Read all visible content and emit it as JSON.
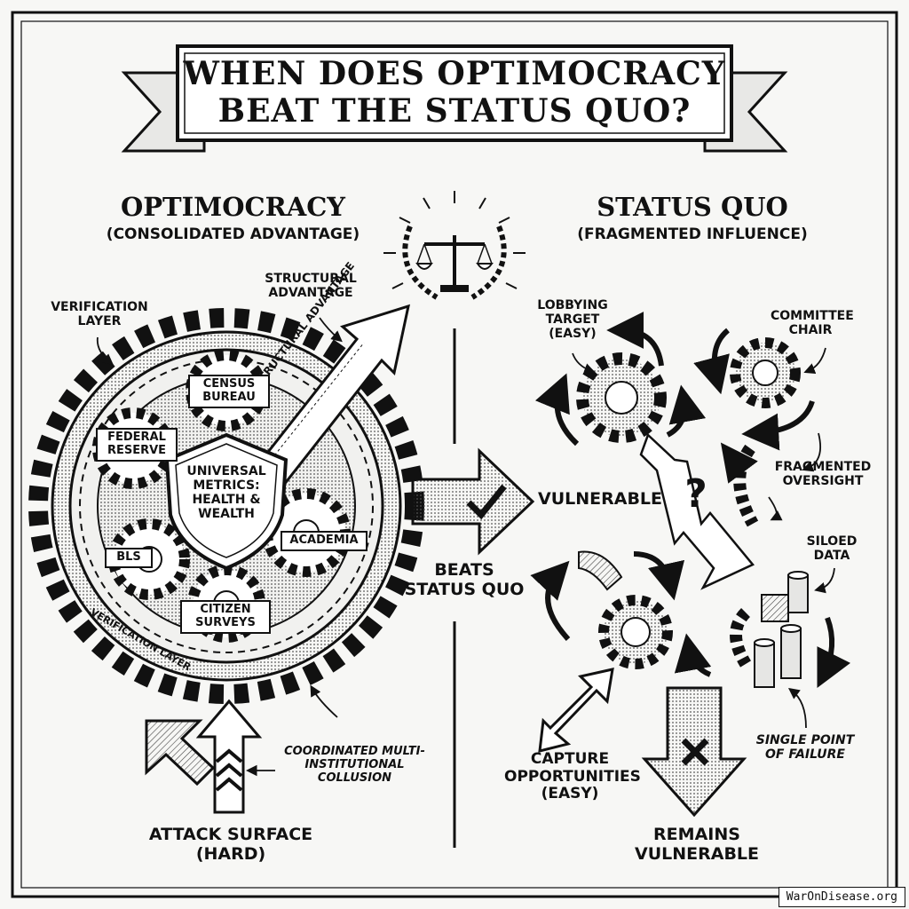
{
  "title": {
    "line1": "WHEN DOES OPTIMOCRACY",
    "line2": "BEAT THE STATUS QUO?"
  },
  "left": {
    "heading": "OPTIMOCRACY",
    "subheading": "(CONSOLIDATED ADVANTAGE)",
    "verification_layer": "VERIFICATION LAYER",
    "structural_advantage": "STRUCTURAL ADVANTAGE",
    "arrow_text": "STRUCTURAL ADVANTAGE",
    "ring_text": "VERIFICATION LAYER",
    "shield": "UNIVERSAL METRICS: HEALTH & WEALTH",
    "institutions": {
      "census": "CENSUS BUREAU",
      "federal": "FEDERAL RESERVE",
      "bls": "BLS",
      "academia": "ACADEMIA",
      "citizen": "CITIZEN SURVEYS"
    },
    "collusion": "COORDINATED MULTI-INSTITUTIONAL COLLUSION",
    "attack": "ATTACK SURFACE (HARD)"
  },
  "center": {
    "vulnerable": "VULNERABLE",
    "beats": "BEATS STATUS QUO",
    "icon": "scales-of-justice-icon"
  },
  "right": {
    "heading": "STATUS QUO",
    "subheading": "(FRAGMENTED INFLUENCE)",
    "lobbying": "LOBBYING TARGET (EASY)",
    "committee": "COMMITTEE CHAIR",
    "fragmented": "FRAGMENTED OVERSIGHT",
    "siloed": "SILOED DATA",
    "single": "SINGLE POINT OF FAILURE",
    "capture": "CAPTURE OPPORTUNITIES (EASY)",
    "remains": "REMAINS VULNERABLE",
    "question": "?"
  },
  "footer": {
    "site": "WarOnDisease.org"
  }
}
